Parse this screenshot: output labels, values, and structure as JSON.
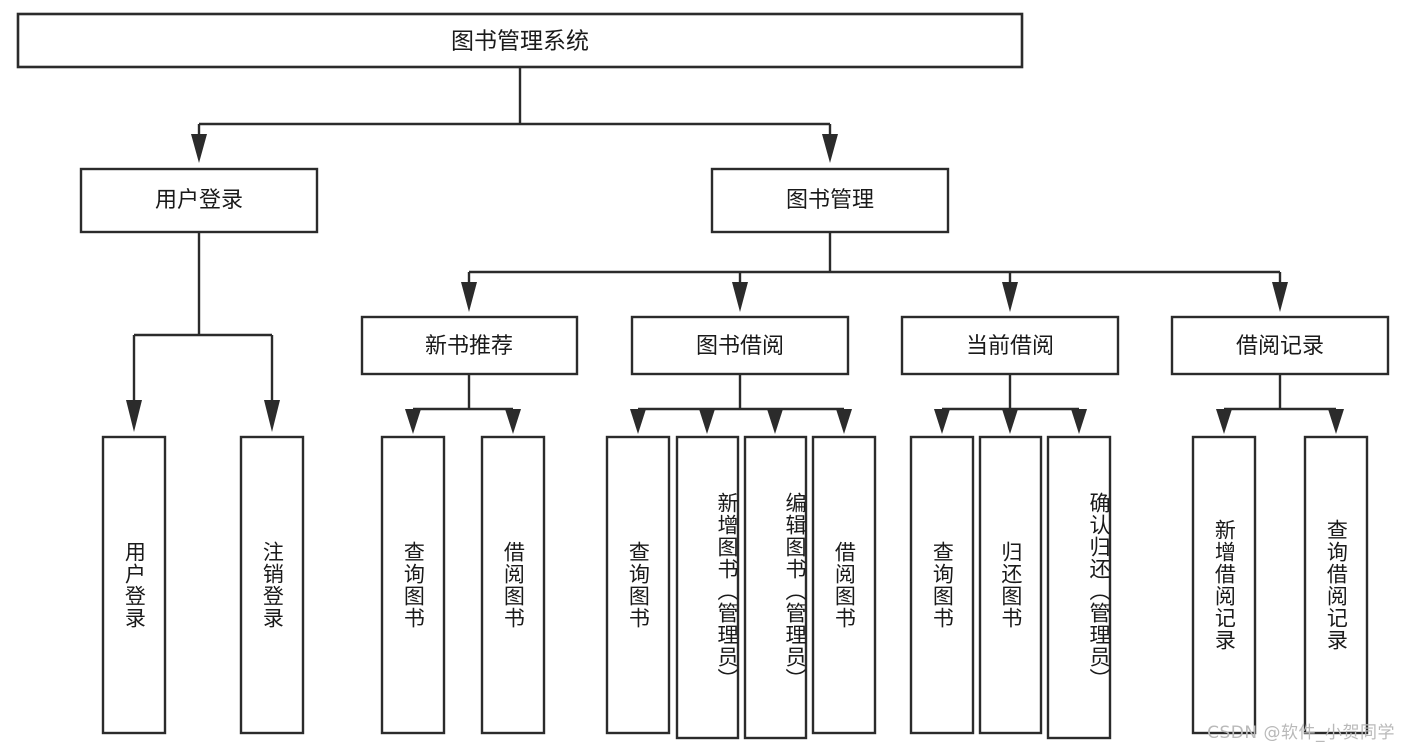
{
  "diagram": {
    "title": "图书管理系统",
    "type": "hierarchy-tree",
    "root": {
      "label": "图书管理系统"
    },
    "level2": [
      {
        "label": "用户登录"
      },
      {
        "label": "图书管理"
      }
    ],
    "level3": [
      {
        "label": "新书推荐"
      },
      {
        "label": "图书借阅"
      },
      {
        "label": "当前借阅"
      },
      {
        "label": "借阅记录"
      }
    ],
    "leaves": {
      "user_login": [
        {
          "label": "用户登录"
        },
        {
          "label": "注销登录"
        }
      ],
      "new_book_recommend": [
        {
          "label": "查询图书"
        },
        {
          "label": "借阅图书"
        }
      ],
      "book_borrow": [
        {
          "label": "查询图书"
        },
        {
          "label": "新增图书（管理员）"
        },
        {
          "label": "编辑图书（管理员）"
        },
        {
          "label": "借阅图书"
        }
      ],
      "current_borrow": [
        {
          "label": "查询图书"
        },
        {
          "label": "归还图书"
        },
        {
          "label": "确认归还（管理员）"
        }
      ],
      "borrow_record": [
        {
          "label": "新增借阅记录"
        },
        {
          "label": "查询借阅记录"
        }
      ]
    }
  },
  "watermark": {
    "text": "CSDN @软件_小贺同学"
  },
  "colors": {
    "stroke": "#2b2b2b",
    "box_fill": "#ffffff",
    "text": "#1a1a1a",
    "watermark": "#b9b9b9",
    "background": "#ffffff"
  }
}
